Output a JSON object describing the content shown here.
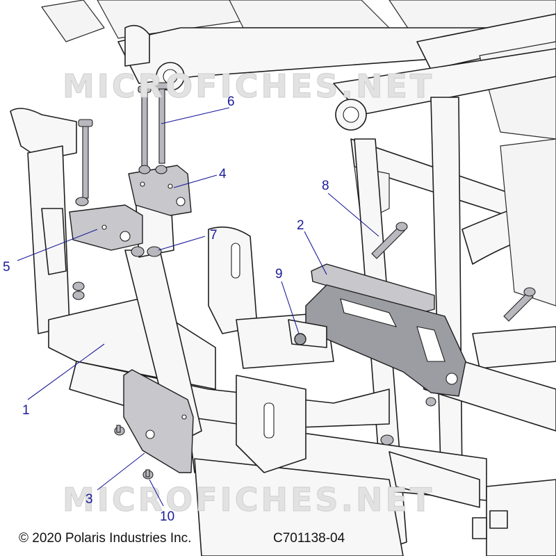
{
  "watermarks": [
    "MICROFICHES.NET",
    "MICROFICHES.NET"
  ],
  "callouts": [
    {
      "id": "1",
      "label": "1"
    },
    {
      "id": "2",
      "label": "2"
    },
    {
      "id": "3",
      "label": "3"
    },
    {
      "id": "4",
      "label": "4"
    },
    {
      "id": "5",
      "label": "5"
    },
    {
      "id": "6",
      "label": "6"
    },
    {
      "id": "7",
      "label": "7"
    },
    {
      "id": "8",
      "label": "8"
    },
    {
      "id": "9",
      "label": "9"
    },
    {
      "id": "10",
      "label": "10"
    }
  ],
  "footer": {
    "copyright": "© 2020 Polaris Industries Inc.",
    "part_code": "C701138-04"
  },
  "colors": {
    "callout": "#1a1a99",
    "part_fill": "#c7c7cc",
    "frame_fill": "#f7f7f7"
  }
}
